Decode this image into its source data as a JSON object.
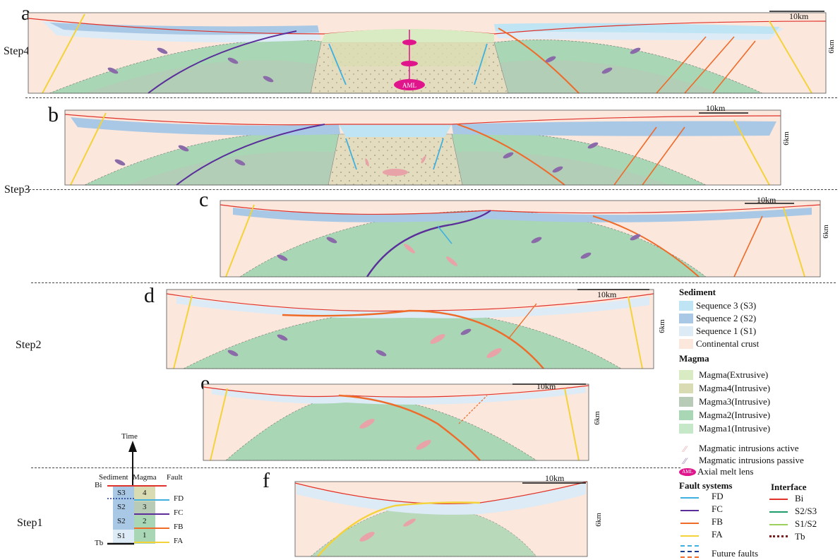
{
  "panels": [
    {
      "letter": "a",
      "step": "Step4",
      "scale": "10km",
      "depth": "6km",
      "aml": "AML"
    },
    {
      "letter": "b",
      "step": "Step3",
      "scale": "10km",
      "depth": "6km"
    },
    {
      "letter": "c",
      "step": "",
      "scale": "10km",
      "depth": "6km"
    },
    {
      "letter": "d",
      "step": "Step2",
      "scale": "10km",
      "depth": "6km"
    },
    {
      "letter": "e",
      "step": "",
      "scale": "10km",
      "depth": "6km"
    },
    {
      "letter": "f",
      "step": "Step1",
      "scale": "10km",
      "depth": "6km"
    }
  ],
  "timeline": {
    "axis_label": "Time",
    "col_sediment": "Sediment",
    "col_magma": "Magma",
    "col_fault": "Fault",
    "bottom_label": "Tb",
    "top_label": "Bi",
    "sediments": [
      "S3",
      "S2",
      "S2",
      "S1"
    ],
    "magmas": [
      "4",
      "3",
      "2",
      "1"
    ],
    "faults": [
      "FD",
      "FC",
      "FB",
      "FA"
    ]
  },
  "legend": {
    "sediment_title": "Sediment",
    "sediment_items": [
      "Sequence 3 (S3)",
      "Sequence 2 (S2)",
      "Sequence 1 (S1)",
      "Continental crust"
    ],
    "magma_title": "Magma",
    "magma_items": [
      "Magma(Extrusive)",
      "Magma4(Intrusive)",
      "Magma3(Intrusive)",
      "Magma2(Intrusive)",
      "Magma1(Intrusive)"
    ],
    "intrusion_items": [
      "Magmatic intrusions active",
      "Magmatic intrusions passive",
      "Axial melt lens"
    ],
    "aml_tag": "AML",
    "fault_title": "Fault systems",
    "fault_items": [
      "FD",
      "FC",
      "FB",
      "FA"
    ],
    "future_faults": "Future faults",
    "interface_title": "Interface",
    "interface_items": [
      "Bi",
      "S2/S3",
      "S1/S2",
      "Tb"
    ]
  },
  "colors": {
    "s3": "#bfe4f3",
    "s2": "#a9c8e6",
    "s1": "#dcebf6",
    "crust": "#fbe7dc",
    "m_ext": "#d8ebc2",
    "m4": "#d9dcb3",
    "m3": "#b7cbb7",
    "m2": "#a9d6b4",
    "m1": "#c7e8c8",
    "fd": "#3fb0e0",
    "fc": "#5a2f9a",
    "fb": "#ef6b2a",
    "fa": "#f4d33a",
    "bi": "#e0332b",
    "s2s3": "#1f9c6b",
    "s1s2": "#9bd05a",
    "tb": "#7a1c1c",
    "intrusion_active": "#e8a3a8",
    "intrusion_passive": "#8a6aa8",
    "aml": "#e0158b"
  }
}
